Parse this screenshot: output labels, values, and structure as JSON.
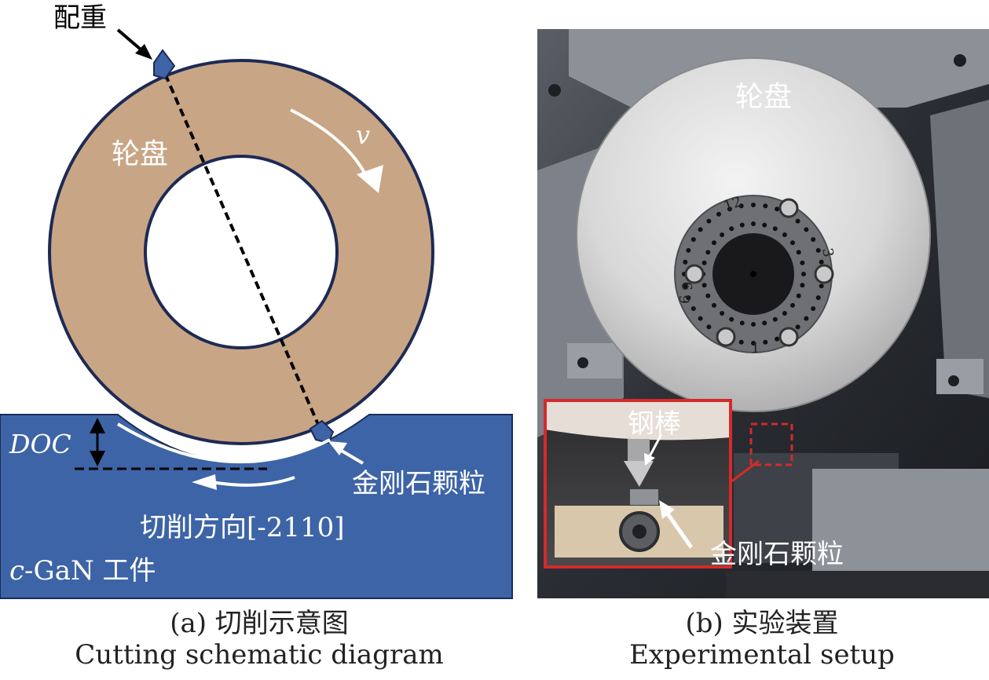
{
  "panel_a": {
    "label_counterweight": "配重",
    "label_wheel": "轮盘",
    "label_velocity": "v",
    "label_doc": "DOC",
    "label_diamond": "金刚石颗粒",
    "label_direction": "切削方向[-2110]",
    "label_workpiece_prefix": "c",
    "label_workpiece_rest": "-GaN 工件",
    "caption_cn": "(a) 切削示意图",
    "caption_en": "Cutting schematic diagram",
    "colors": {
      "wheel": "#c8a584",
      "workpiece": "#3d64a6",
      "outline": "#1d2a55"
    }
  },
  "panel_b": {
    "label_wheel": "轮盘",
    "label_steel_rod": "钢棒",
    "label_diamond": "金刚石颗粒",
    "disc_marks": [
      "12",
      "3",
      "6",
      "9",
      "1"
    ],
    "caption_cn": "(b) 实验装置",
    "caption_en": "Experimental setup",
    "colors": {
      "highlight": "#d42a2a"
    }
  }
}
